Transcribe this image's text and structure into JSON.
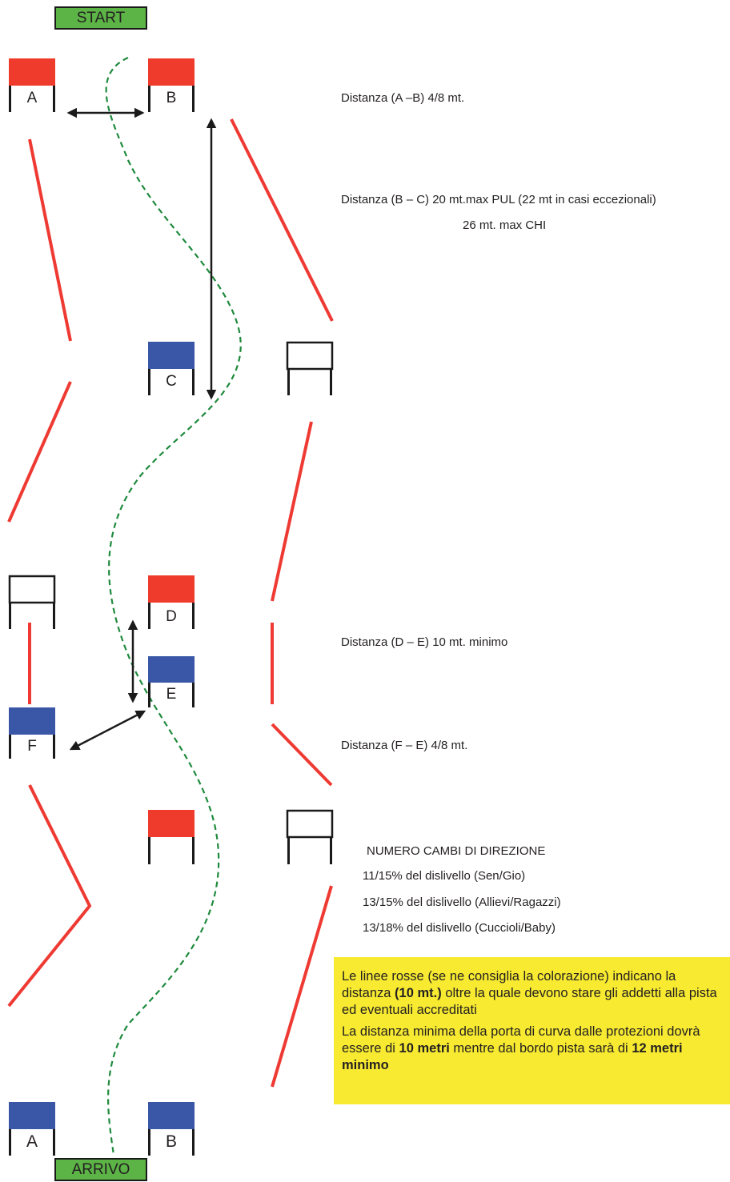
{
  "tags": {
    "start": "START",
    "finish": "ARRIVO"
  },
  "colors": {
    "red_gate": "#ef3b2c",
    "blue_gate": "#3a56a6",
    "boundary": "#ee3a33",
    "route": "#1f8a3d",
    "tag_fill": "#5cb346",
    "note_fill": "#f7ea31"
  },
  "gates": {
    "A_top": "A",
    "B_top": "B",
    "C": "C",
    "D": "D",
    "E": "E",
    "F": "F",
    "A_bottom": "A",
    "B_bottom": "B"
  },
  "distances": {
    "ab": "Distanza (A –B) 4/8 mt.",
    "bc_line1": "Distanza (B – C) 20 mt.max PUL (22 mt in casi eccezionali)",
    "bc_line2": "26 mt. max CHI",
    "de": "Distanza (D – E) 10 mt. minimo",
    "fe": "Distanza (F – E) 4/8 mt."
  },
  "direction_changes": {
    "title": "NUMERO CAMBI DI DIREZIONE",
    "items": [
      "11/15% del dislivello (Sen/Gio)",
      "13/15% del dislivello (Allievi/Ragazzi)",
      "13/18% del dislivello (Cuccioli/Baby)"
    ]
  },
  "note": {
    "p1_before": "Le linee rosse (se ne consiglia la colorazione) indicano la distanza ",
    "p1_bold": "(10 mt.)",
    "p1_after": " oltre la quale devono stare gli addetti alla pista ed eventuali accreditati",
    "p2_before": "La distanza minima della porta di curva dalle protezioni dovrà essere di ",
    "p2_bold1": "10 metri",
    "p2_middle": " mentre dal bordo pista sarà di ",
    "p2_bold2": "12 metri minimo"
  }
}
